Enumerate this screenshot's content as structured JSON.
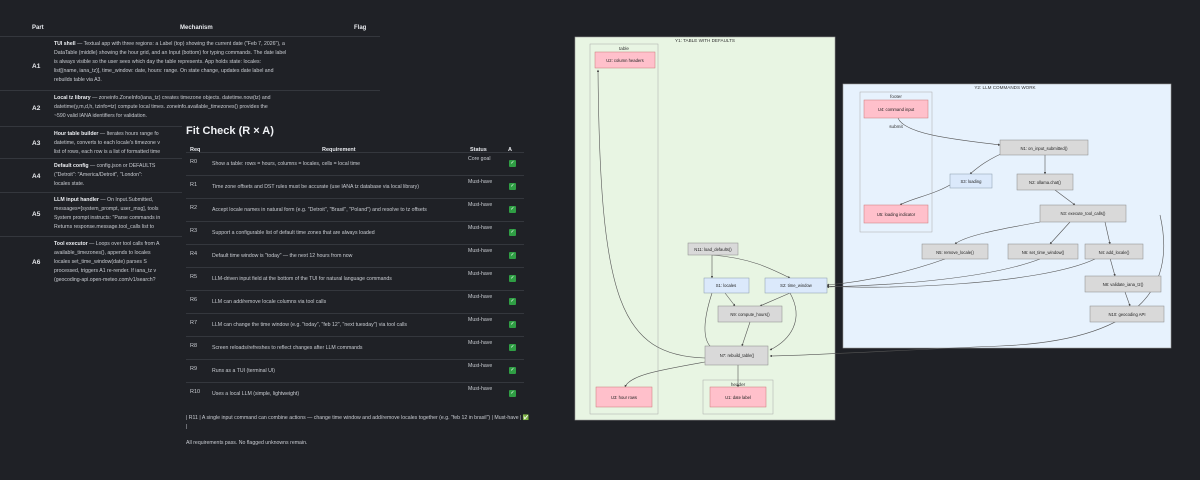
{
  "mechanism": {
    "headers": {
      "part": "Part",
      "mechanism": "Mechanism",
      "flag": "Flag"
    },
    "rows": [
      {
        "part": "A1",
        "title": "TUI shell",
        "lines": [
          "— Textual app with three regions: a Label (top) showing the current date (\"Feb 7, 2026\"), a",
          "DataTable (middle) showing the hour grid, and an Input (bottom) for typing commands. The date label",
          "is always visible so the user sees which day the table represents. App holds state: locales:",
          "list[(name, iana_tz)], time_window: date, hours: range. On state change, updates date label and",
          "rebuilds table via A3."
        ]
      },
      {
        "part": "A2",
        "title": "Local tz library",
        "lines": [
          "— zoneinfo.ZoneInfo(iana_tz) creates timezone objects. datetime.now(tz) and",
          "datetime(y,m,d,h, tzinfo=tz) compute local times. zoneinfo.available_timezones() provides the",
          "~590 valid IANA identifiers for validation."
        ]
      },
      {
        "part": "A3",
        "title": "Hour table builder",
        "lines": [
          "— Iterates hours range fo",
          "datetime, converts to each locale's timezone v",
          "list of rows, each row is a list of formatted time"
        ]
      },
      {
        "part": "A4",
        "title": "Default config",
        "lines": [
          "— config.json or DEFAULTS",
          "(\"Detroit\": \"America/Detroit\", \"London\":",
          "locales state."
        ]
      },
      {
        "part": "A5",
        "title": "LLM input handler",
        "lines": [
          "— On Input.Submitted,",
          "messages=[system_prompt, user_msg], tools",
          "System prompt instructs: \"Parse commands in",
          "Returns response.message.tool_calls list to"
        ]
      },
      {
        "part": "A6",
        "title": "Tool executor",
        "lines": [
          "— Loops over tool calls from A",
          "available_timezones(), appends to locales",
          "locales set_time_window(date) parses S",
          "processed, triggers A1 re-render. If iana_tz v",
          "(geocoding-api.open-meteo.com/v1/search?"
        ]
      }
    ]
  },
  "fit_check": {
    "title": "Fit Check (R × A)",
    "headers": {
      "req": "Req",
      "requirement": "Requirement",
      "status": "Status",
      "a": "A"
    },
    "rows": [
      {
        "id": "R0",
        "text": "Show a table: rows = hours, columns = locales, cells = local time",
        "status": "Core goal"
      },
      {
        "id": "R1",
        "text": "Time zone offsets and DST rules must be accurate (use IANA tz database via local library)",
        "status": "Must-have"
      },
      {
        "id": "R2",
        "text": "Accept locale names in natural form (e.g. \"Detroit\", \"Brasil\", \"Poland\") and resolve to tz offsets",
        "status": "Must-have"
      },
      {
        "id": "R3",
        "text": "Support a configurable list of default time zones that are always loaded",
        "status": "Must-have"
      },
      {
        "id": "R4",
        "text": "Default time window is \"today\" — the next 12 hours from now",
        "status": "Must-have"
      },
      {
        "id": "R5",
        "text": "LLM-driven input field at the bottom of the TUI for natural language commands",
        "status": "Must-have"
      },
      {
        "id": "R6",
        "text": "LLM can add/remove locale columns via tool calls",
        "status": "Must-have"
      },
      {
        "id": "R7",
        "text": "LLM can change the time window (e.g. \"today\", \"feb 12\", \"next tuesday\") via tool calls",
        "status": "Must-have"
      },
      {
        "id": "R8",
        "text": "Screen reloads/refreshes to reflect changes after LLM commands",
        "status": "Must-have"
      },
      {
        "id": "R9",
        "text": "Runs as a TUI (terminal UI)",
        "status": "Must-have"
      },
      {
        "id": "R10",
        "text": "Uses a local LLM (simple, lightweight)",
        "status": "Must-have"
      }
    ],
    "extra": "| R11 | A single input command can combine actions — change time window and add/remove locales together (e.g. \"feb 12 in brasil\") | Must-have | ✅ |",
    "footer": "All requirements pass. No flagged unknowns remain."
  },
  "diagram": {
    "colors": {
      "pink": "#ffc0cb",
      "blue": "#dbe9fb",
      "gray": "#d9d9d9",
      "green_bg": "#e8f5e3",
      "blue_bg": "#e7f2fd"
    },
    "groups": {
      "y1": "Y1: TABLE WITH DEFAULTS",
      "y2": "Y2: LLM COMMANDS WORK",
      "table": "table",
      "header": "header",
      "footer": "footer"
    },
    "nodes": {
      "u2": "U2: column headers",
      "n11": "N11: load_defaults()",
      "s1": "S1: locales",
      "s2": "S2: time_window",
      "n9": "N9: compute_hours()",
      "n7": "N7: rebuild_table()",
      "u3": "U3: hour rows",
      "u1": "U1: date label",
      "u4": "U4: command input",
      "u5": "U5: loading indicator",
      "s3": "S3: loading",
      "n1": "N1: on_input_submitted()",
      "n2": "N2: ollama.chat()",
      "n3": "N3: execute_tool_calls()",
      "n5": "N5: remove_locale()",
      "n6": "N6: set_time_window()",
      "n4": "N4: add_locale()",
      "n8": "N8: validate_iana_tz()",
      "n10": "N10: geocoding API"
    },
    "edges": {
      "submit": "submit"
    }
  }
}
